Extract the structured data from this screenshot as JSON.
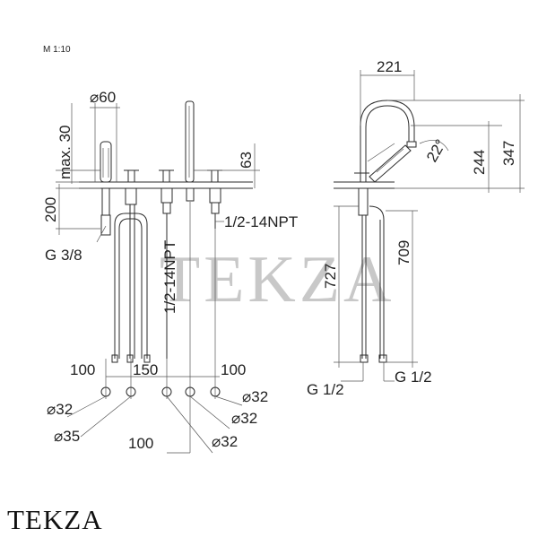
{
  "scale_label": "M 1:10",
  "watermark": "TEKZA",
  "brand_label": "TEKZA",
  "front_view": {
    "dia_handshower": "⌀60",
    "max_height": "max. 30",
    "height_63": "63",
    "height_200": "200",
    "thread_handshower": "G 3/8",
    "thread_npt_vertical": "1/2-14NPT",
    "thread_npt_right": "1/2-14NPT",
    "spacing_left": "100",
    "spacing_mid": "150",
    "spacing_right": "100",
    "spacing_bottom": "100",
    "hole_dia_1": "⌀32",
    "hole_dia_2": "⌀32",
    "hole_dia_3": "⌀32",
    "hole_dia_4": "⌀32",
    "hole_dia_5": "⌀35"
  },
  "side_view": {
    "reach": "221",
    "angle": "22°",
    "height_244": "244",
    "height_347": "347",
    "length_727": "727",
    "length_709": "709",
    "thread_left": "G 1/2",
    "thread_right": "G 1/2"
  }
}
